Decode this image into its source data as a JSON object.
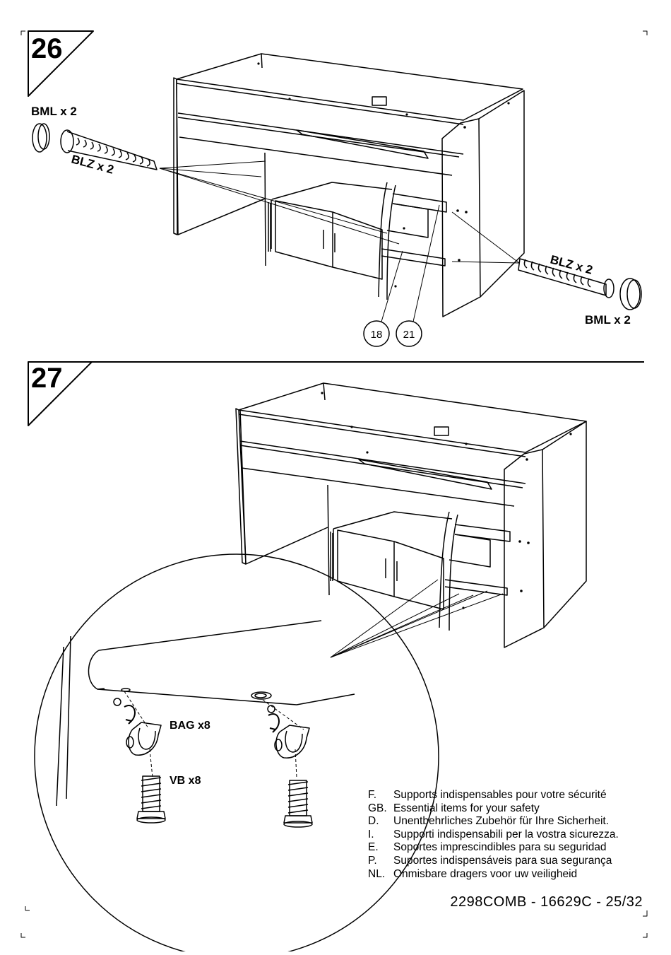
{
  "steps": [
    {
      "number": "26",
      "parts": [
        {
          "label": "BML x 2"
        },
        {
          "label": "BLZ x 2"
        },
        {
          "label": "BLZ x 2"
        },
        {
          "label": "BML x 2"
        }
      ],
      "callouts": [
        "18",
        "21"
      ]
    },
    {
      "number": "27",
      "parts": [
        {
          "label": "BAG x8"
        },
        {
          "label": "VB x8"
        }
      ]
    }
  ],
  "safety_notes": [
    {
      "code": "F.",
      "text": "Supports indispensables pour votre sécurité"
    },
    {
      "code": "GB.",
      "text": "Essential  items for your safety"
    },
    {
      "code": "D.",
      "text": "Unentbehrliches Zubehör für Ihre Sicherheit."
    },
    {
      "code": "I.",
      "text": "Supporti indispensabili per la vostra sicurezza."
    },
    {
      "code": "E.",
      "text": "Soportes imprescindibles para su seguridad"
    },
    {
      "code": "P.",
      "text": "Suportes indispensáveis para sua segurança"
    },
    {
      "code": "NL.",
      "text": "Onmisbare dragers voor uw veiligheid"
    }
  ],
  "footer": {
    "reference": "2298COMB  -  16629C  -  25/32"
  }
}
